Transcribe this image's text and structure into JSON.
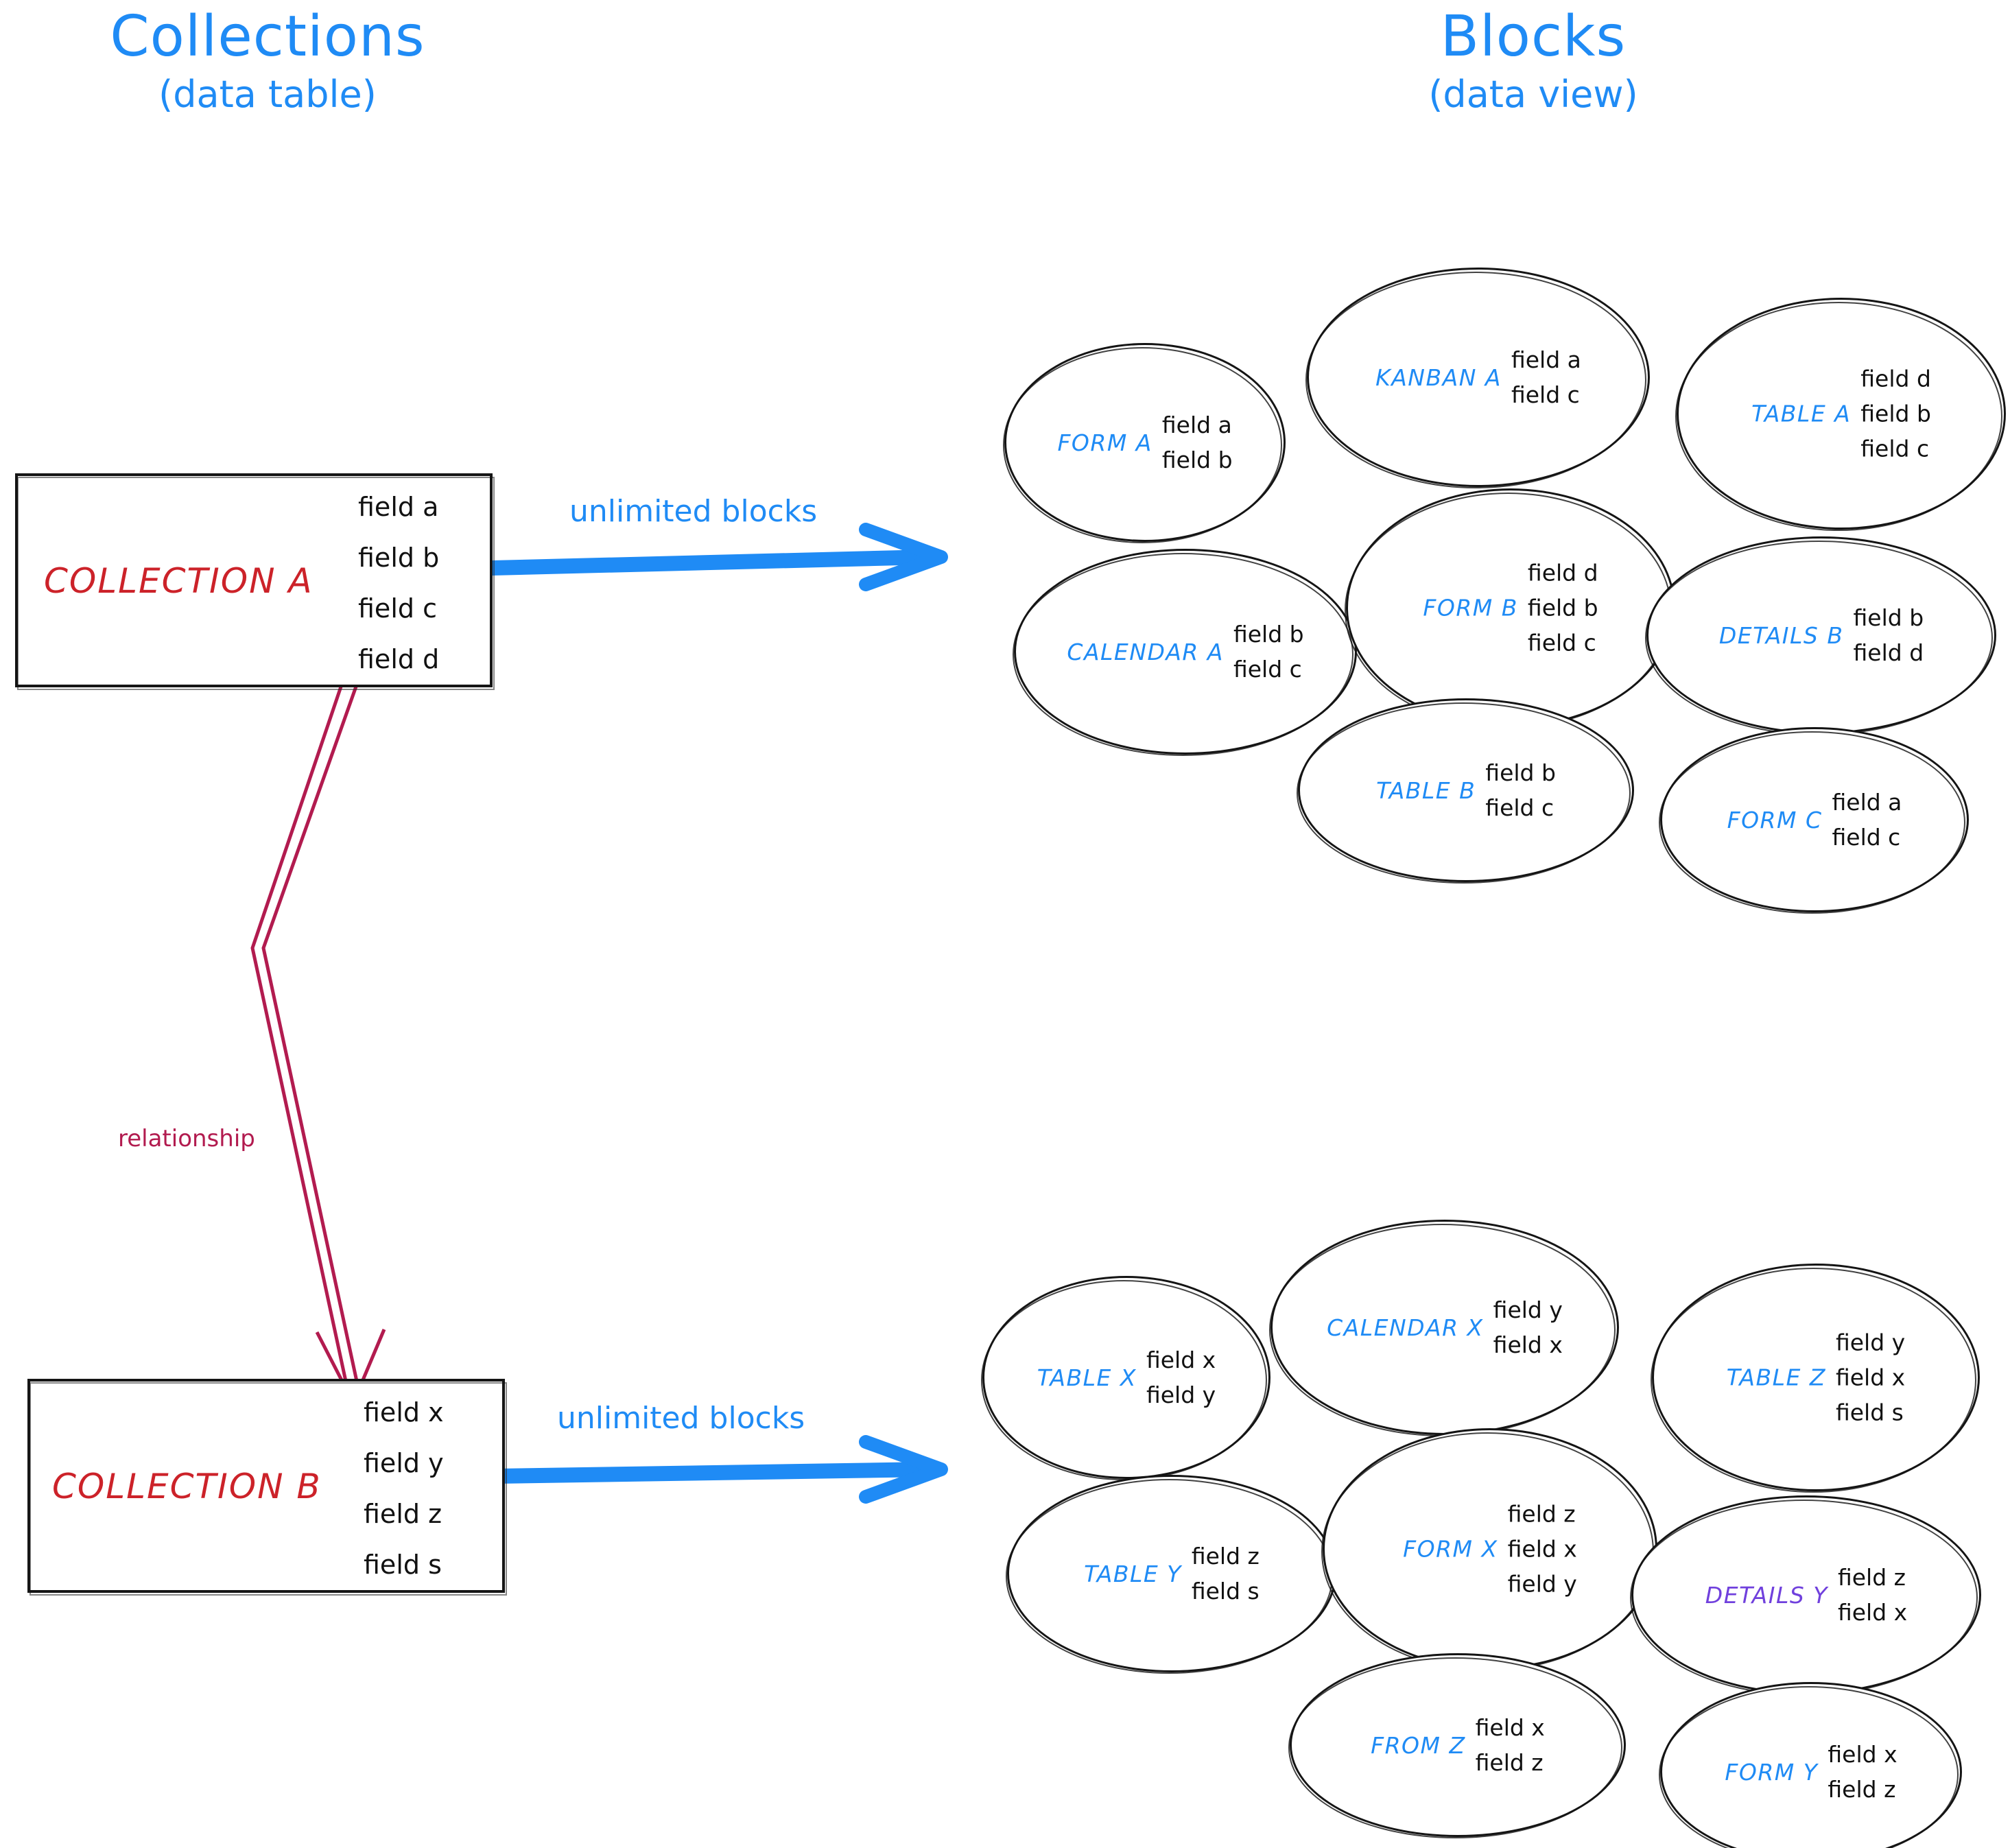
{
  "headings": {
    "left": {
      "main": "Collections",
      "sub": "(data table)"
    },
    "right": {
      "main": "Blocks",
      "sub": "(data view)"
    }
  },
  "colors": {
    "accent_blue": "#1f8bf5",
    "collection_red": "#cc2229",
    "relationship_crimson": "#b21b4f",
    "details_purple": "#7040dd",
    "ink_black": "#141414"
  },
  "collections": [
    {
      "name": "COLLECTION A",
      "fields": [
        "field a",
        "field b",
        "field c",
        "field d"
      ],
      "arrow_label": "unlimited blocks"
    },
    {
      "name": "COLLECTION B",
      "fields": [
        "field x",
        "field y",
        "field z",
        "field s"
      ],
      "arrow_label": "unlimited blocks"
    }
  ],
  "relationship": {
    "label": "relationship"
  },
  "block_groups": [
    {
      "of": "COLLECTION A",
      "blocks": [
        {
          "label": "FORM A",
          "fields": [
            "field a",
            "field b"
          ],
          "color": "blue"
        },
        {
          "label": "KANBAN A",
          "fields": [
            "field a",
            "field c"
          ],
          "color": "blue"
        },
        {
          "label": "TABLE A",
          "fields": [
            "field d",
            "field b",
            "field c"
          ],
          "color": "blue"
        },
        {
          "label": "CALENDAR A",
          "fields": [
            "field b",
            "field c"
          ],
          "color": "blue"
        },
        {
          "label": "FORM B",
          "fields": [
            "field d",
            "field b",
            "field c"
          ],
          "color": "blue"
        },
        {
          "label": "DETAILS B",
          "fields": [
            "field b",
            "field d"
          ],
          "color": "blue"
        },
        {
          "label": "TABLE B",
          "fields": [
            "field b",
            "field c"
          ],
          "color": "blue"
        },
        {
          "label": "FORM C",
          "fields": [
            "field a",
            "field c"
          ],
          "color": "blue"
        }
      ]
    },
    {
      "of": "COLLECTION B",
      "blocks": [
        {
          "label": "TABLE X",
          "fields": [
            "field x",
            "field y"
          ],
          "color": "blue"
        },
        {
          "label": "CALENDAR X",
          "fields": [
            "field y",
            "field x"
          ],
          "color": "blue"
        },
        {
          "label": "TABLE Z",
          "fields": [
            "field y",
            "field x",
            "field s"
          ],
          "color": "blue"
        },
        {
          "label": "TABLE Y",
          "fields": [
            "field z",
            "field s"
          ],
          "color": "blue"
        },
        {
          "label": "FORM X",
          "fields": [
            "field z",
            "field x",
            "field y"
          ],
          "color": "blue"
        },
        {
          "label": "DETAILS Y",
          "fields": [
            "field z",
            "field x"
          ],
          "color": "purple"
        },
        {
          "label": "FROM Z",
          "fields": [
            "field x",
            "field z"
          ],
          "color": "blue"
        },
        {
          "label": "FORM Y",
          "fields": [
            "field x",
            "field z"
          ],
          "color": "blue"
        }
      ]
    }
  ]
}
